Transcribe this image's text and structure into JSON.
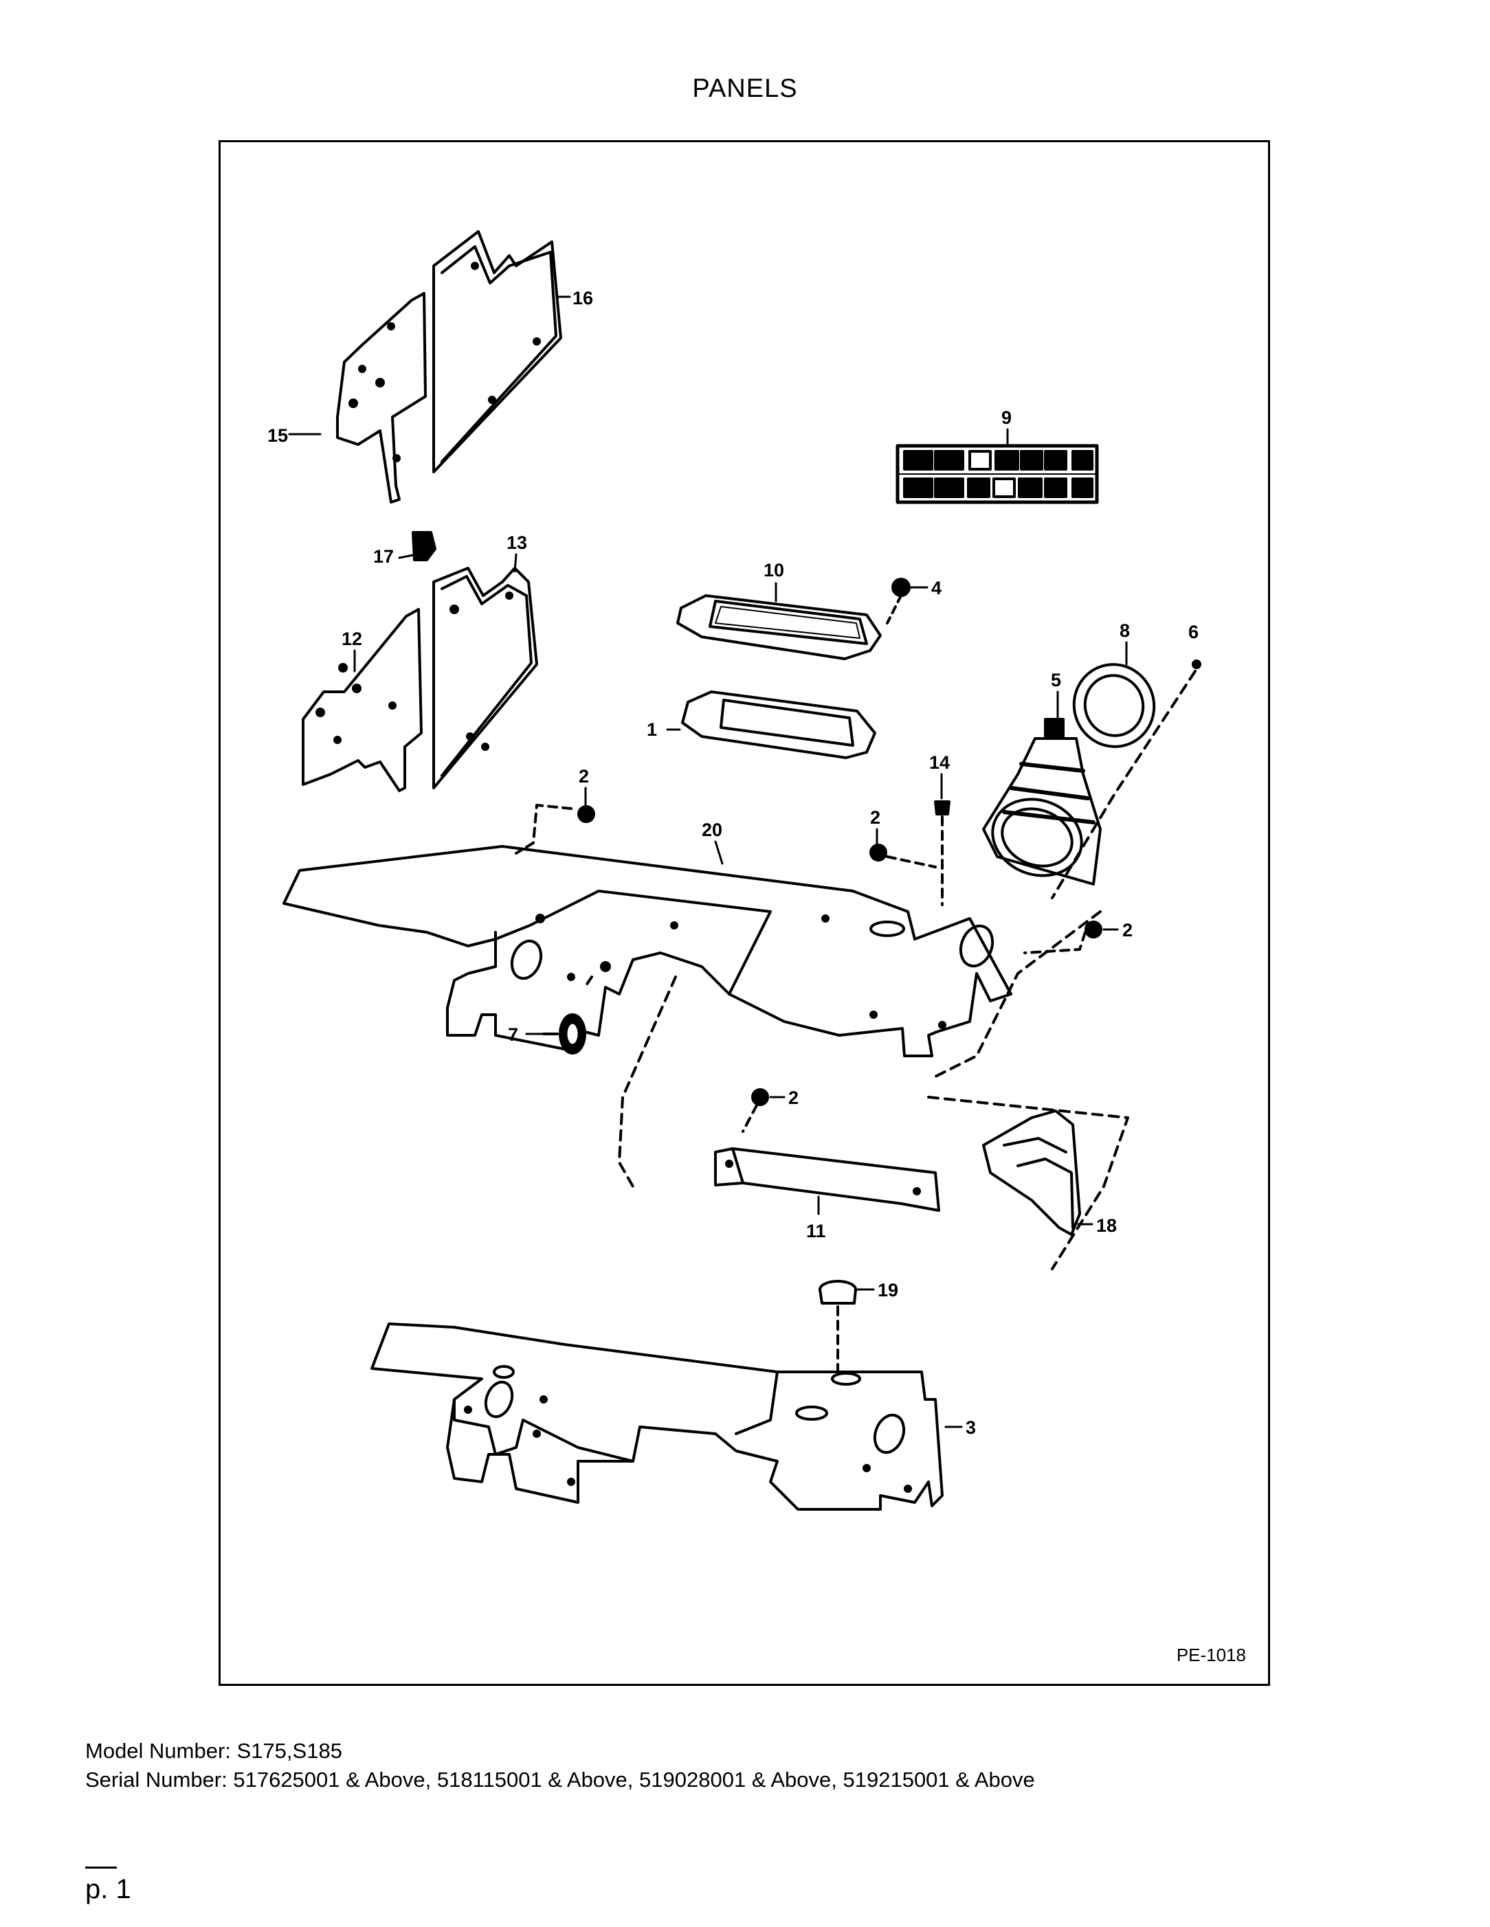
{
  "page": {
    "title": "PANELS",
    "figure_code": "PE-1018",
    "model_label": "Model Number: S175,S185",
    "serial_label": "Serial Number: 517625001 & Above, 518115001 & Above, 519028001 & Above, 519215001 & Above",
    "page_number": "p. 1"
  },
  "callouts": [
    "1",
    "2",
    "2",
    "2",
    "2",
    "2",
    "3",
    "4",
    "5",
    "6",
    "7",
    "8",
    "9",
    "10",
    "11",
    "12",
    "13",
    "14",
    "15",
    "16",
    "17",
    "18",
    "19",
    "20"
  ],
  "colors": {
    "ink": "#000000",
    "paper": "#ffffff"
  }
}
